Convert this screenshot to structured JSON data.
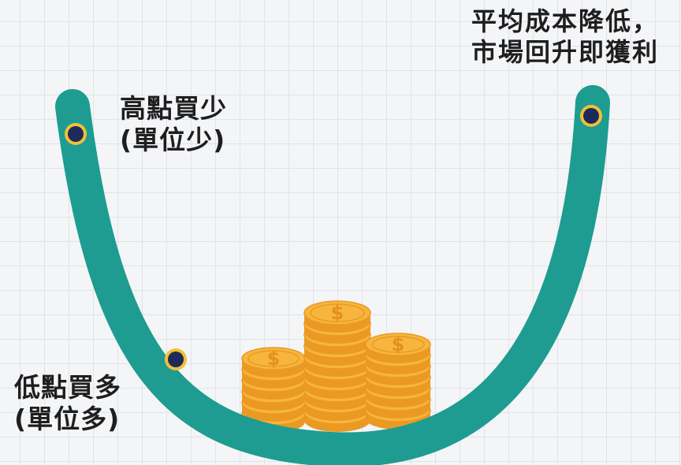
{
  "labels": {
    "recovery": {
      "line1": "平均成本降低，",
      "line2": "市場回升即獲利"
    },
    "high": {
      "line1": "高點買少",
      "line2": "(單位少)"
    },
    "low": {
      "line1": "低點買多",
      "line2": "(單位多)"
    }
  },
  "coin_symbol": "$",
  "colors": {
    "curve": "#1e9c91",
    "dot_fill": "#1d2a5a",
    "dot_ring": "#f2c038",
    "coin_face": "#f7b53d",
    "coin_edge": "#ea9a22",
    "coin_symbol": "#e58f1c",
    "text": "#1e1e1e"
  }
}
